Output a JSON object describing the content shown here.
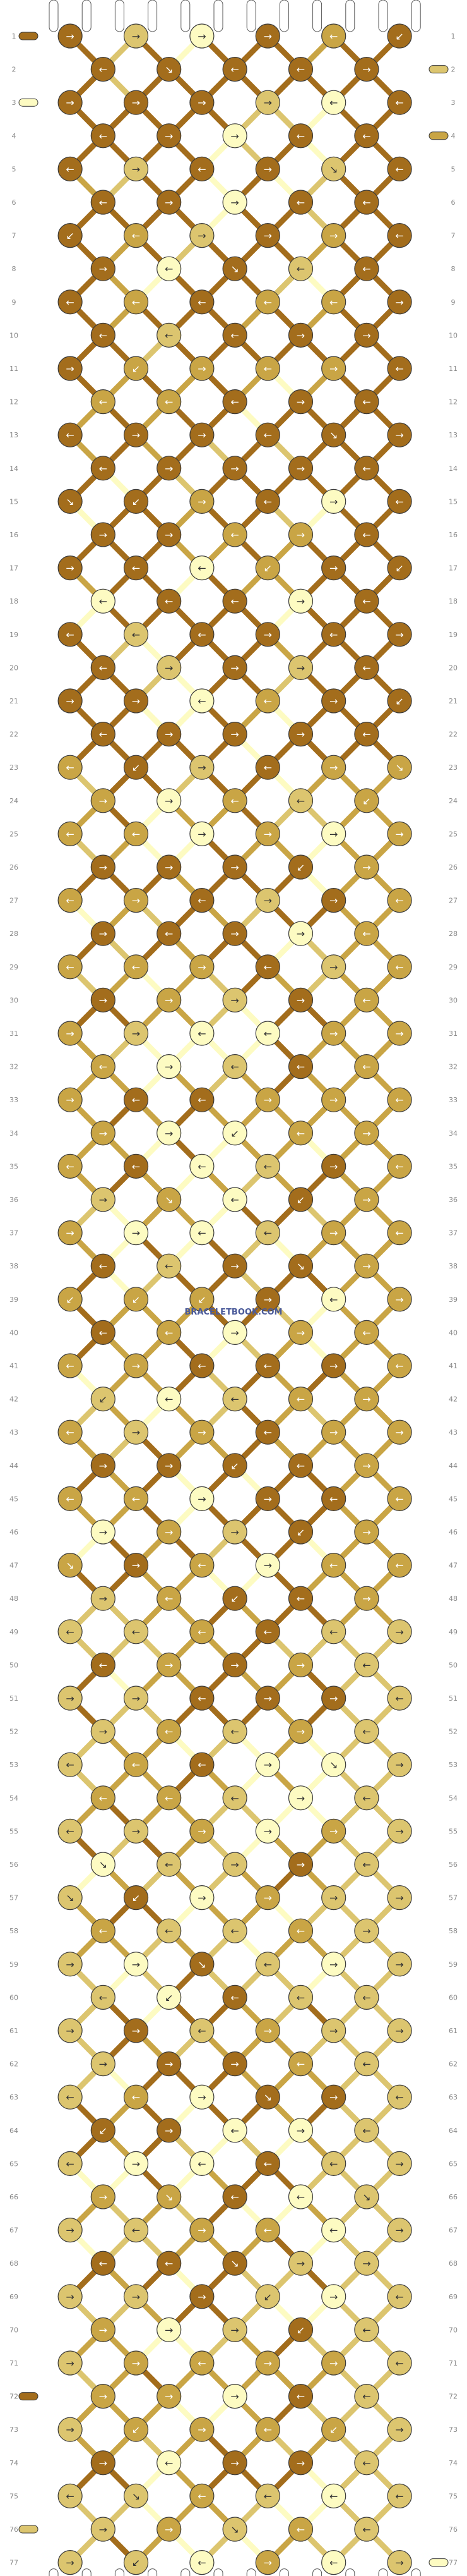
{
  "watermark": "BRACELETBOOK.COM",
  "row_labels": [
    "1",
    "2",
    "3",
    "4",
    "5",
    "6",
    "7",
    "8",
    "9",
    "10",
    "11",
    "12",
    "13",
    "14",
    "15",
    "16",
    "17",
    "18",
    "19",
    "20",
    "21",
    "22",
    "23",
    "24",
    "25",
    "26",
    "27",
    "28",
    "29",
    "30",
    "31",
    "32",
    "33",
    "34",
    "35",
    "36",
    "37",
    "38",
    "39",
    "40",
    "41",
    "42",
    "43",
    "44",
    "45",
    "46",
    "47",
    "48",
    "49",
    "50",
    "51",
    "52",
    "53",
    "54",
    "55",
    "56",
    "57",
    "58",
    "59",
    "60",
    "61",
    "62",
    "63",
    "64",
    "65",
    "66",
    "67",
    "68",
    "69",
    "70",
    "71",
    "72",
    "73",
    "74",
    "75",
    "76",
    "77"
  ],
  "colors": {
    "A": "#a36d1c",
    "B": "#c9a545",
    "C": "#fdfbc2",
    "D": "#dcc56f",
    "thread_outline": "#555555",
    "background": "#ffffff"
  },
  "strings": 12,
  "knots_per_row_odd": 6,
  "knots_per_row_even": 5,
  "knot_type_glyphs": {
    "forward": "→",
    "backward": "←",
    "forward_backward": "↘",
    "backward_forward": "↙"
  }
}
